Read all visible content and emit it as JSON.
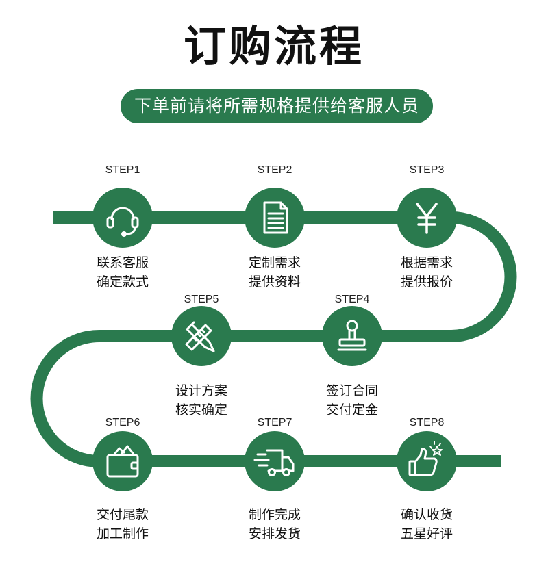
{
  "title": "订购流程",
  "subtitle": "下单前请将所需规格提供给客服人员",
  "colors": {
    "accent": "#2a7a4e",
    "text": "#111111"
  },
  "steps": [
    {
      "label": "STEP1",
      "line1": "联系客服",
      "line2": "确定款式",
      "icon": "headset-icon"
    },
    {
      "label": "STEP2",
      "line1": "定制需求",
      "line2": "提供资料",
      "icon": "document-icon"
    },
    {
      "label": "STEP3",
      "line1": "根据需求",
      "line2": "提供报价",
      "icon": "yen-icon"
    },
    {
      "label": "STEP4",
      "line1": "签订合同",
      "line2": "交付定金",
      "icon": "stamp-icon"
    },
    {
      "label": "STEP5",
      "line1": "设计方案",
      "line2": "核实确定",
      "icon": "pencil-ruler-icon"
    },
    {
      "label": "STEP6",
      "line1": "交付尾款",
      "line2": "加工制作",
      "icon": "wallet-icon"
    },
    {
      "label": "STEP7",
      "line1": "制作完成",
      "line2": "安排发货",
      "icon": "delivery-truck-icon"
    },
    {
      "label": "STEP8",
      "line1": "确认收货",
      "line2": "五星好评",
      "icon": "thumbs-up-icon"
    }
  ]
}
